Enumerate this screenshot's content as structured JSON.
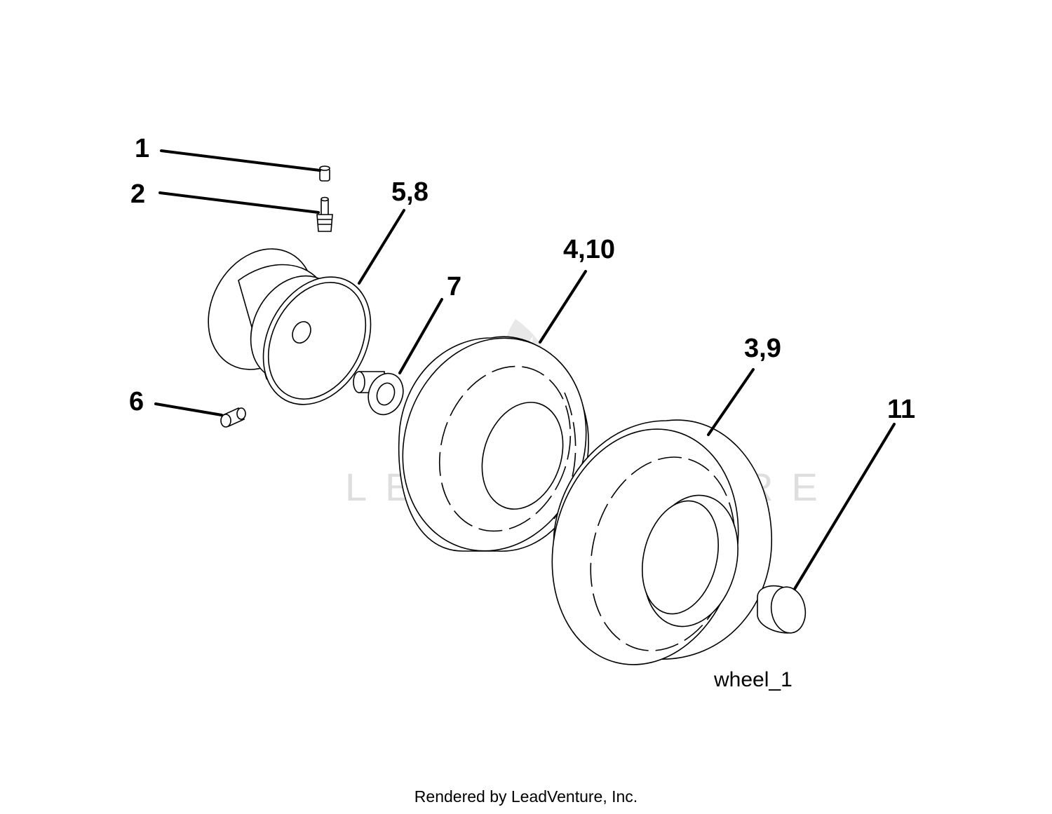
{
  "diagram": {
    "callouts": [
      {
        "id": "c1",
        "text": "1"
      },
      {
        "id": "c2",
        "text": "2"
      },
      {
        "id": "c58",
        "text": "5,8"
      },
      {
        "id": "c410",
        "text": "4,10"
      },
      {
        "id": "c7",
        "text": "7"
      },
      {
        "id": "c39",
        "text": "3,9"
      },
      {
        "id": "c11",
        "text": "11"
      },
      {
        "id": "c6",
        "text": "6"
      }
    ],
    "figure_label": "wheel_1",
    "watermark": "LEADVENTURE",
    "footer_credit": "Rendered by LeadVenture, Inc."
  }
}
